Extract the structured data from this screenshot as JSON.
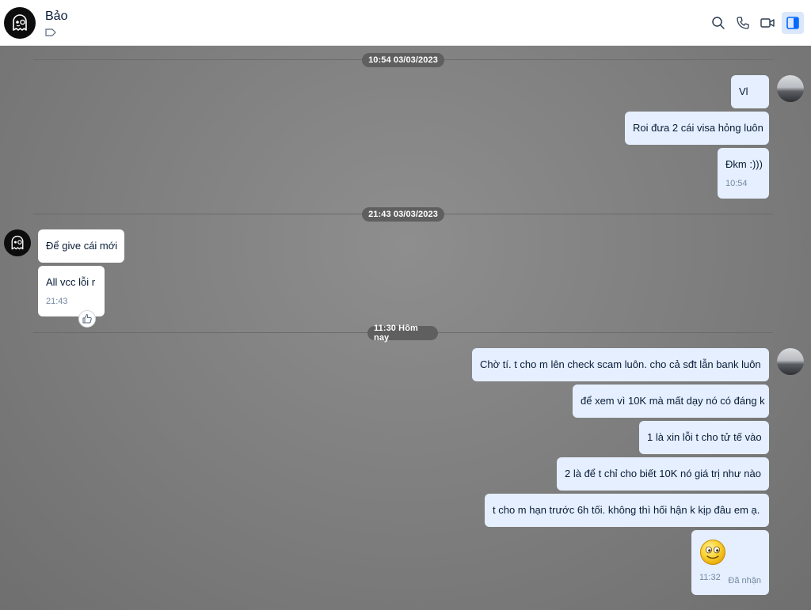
{
  "header": {
    "contact_name": "Bảo",
    "icons": [
      "search-icon",
      "phone-icon",
      "video-icon",
      "sidebar-toggle-icon"
    ],
    "active_color": "#0068ff"
  },
  "dividers": [
    {
      "label": "10:54 03/03/2023"
    },
    {
      "label": "21:43 03/03/2023"
    },
    {
      "label": "11:30 Hôm nay"
    }
  ],
  "messages": [
    {
      "text": "Vl",
      "direction": "outgoing"
    },
    {
      "text": "Roi đưa 2 cái visa hỏng luôn",
      "direction": "outgoing"
    },
    {
      "text": "Đkm :)))",
      "time": "10:54",
      "direction": "outgoing"
    },
    {
      "text": "Để give cái mới",
      "direction": "incoming"
    },
    {
      "text": "All vcc lỗi r",
      "time": "21:43",
      "direction": "incoming",
      "reaction": "like-icon"
    },
    {
      "text": "Chờ tí. t cho m lên check scam luôn. cho cả sđt lẫn bank luôn",
      "direction": "outgoing"
    },
    {
      "text": "để xem vì 10K mà mất dạy nó có đáng k",
      "direction": "outgoing"
    },
    {
      "text": "1 là xin lỗi t cho tử tế vào",
      "direction": "outgoing"
    },
    {
      "text": "2 là để t chỉ cho biết 10K nó giá trị như nào",
      "direction": "outgoing"
    },
    {
      "text": "t cho m hạn trước 6h tối. không thì hối hận k kịp đâu em ạ.",
      "direction": "outgoing"
    },
    {
      "emoji": "smiley-emoji",
      "time": "11:32",
      "status": "Đã nhận",
      "direction": "outgoing"
    }
  ],
  "colors": {
    "outgoing_bubble": "#e5efff",
    "incoming_bubble": "#ffffff",
    "text": "#081c36",
    "meta_text": "#7589a3"
  }
}
